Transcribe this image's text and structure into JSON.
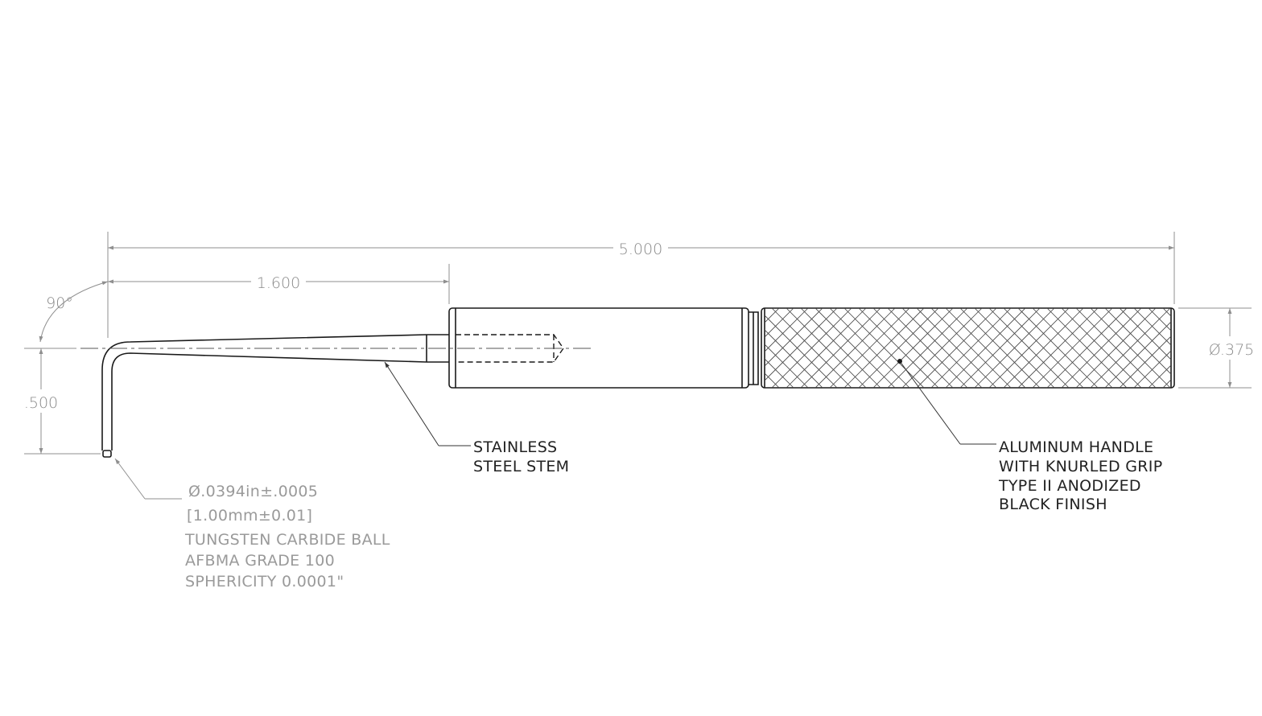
{
  "dimensions": {
    "overall_length": "5.000",
    "stem_length": "1.600",
    "bend_angle": "90°",
    "ball_offset": ".500",
    "handle_diameter": "Ø.375"
  },
  "callouts": {
    "stem": [
      "STAINLESS",
      "STEEL STEM"
    ],
    "handle": [
      "ALUMINUM HANDLE",
      "WITH KNURLED GRIP",
      "TYPE II ANODIZED",
      "BLACK FINISH"
    ],
    "ball_spec": [
      "Ø.0394in±.0005",
      "[1.00mm±0.01]"
    ],
    "ball_material": [
      "TUNGSTEN CARBIDE BALL",
      "AFBMA GRADE 100",
      "SPHERICITY 0.0001\""
    ]
  },
  "colors": {
    "line": "#1a1a1a",
    "dimension": "#8a8a8a",
    "background": "#ffffff"
  }
}
